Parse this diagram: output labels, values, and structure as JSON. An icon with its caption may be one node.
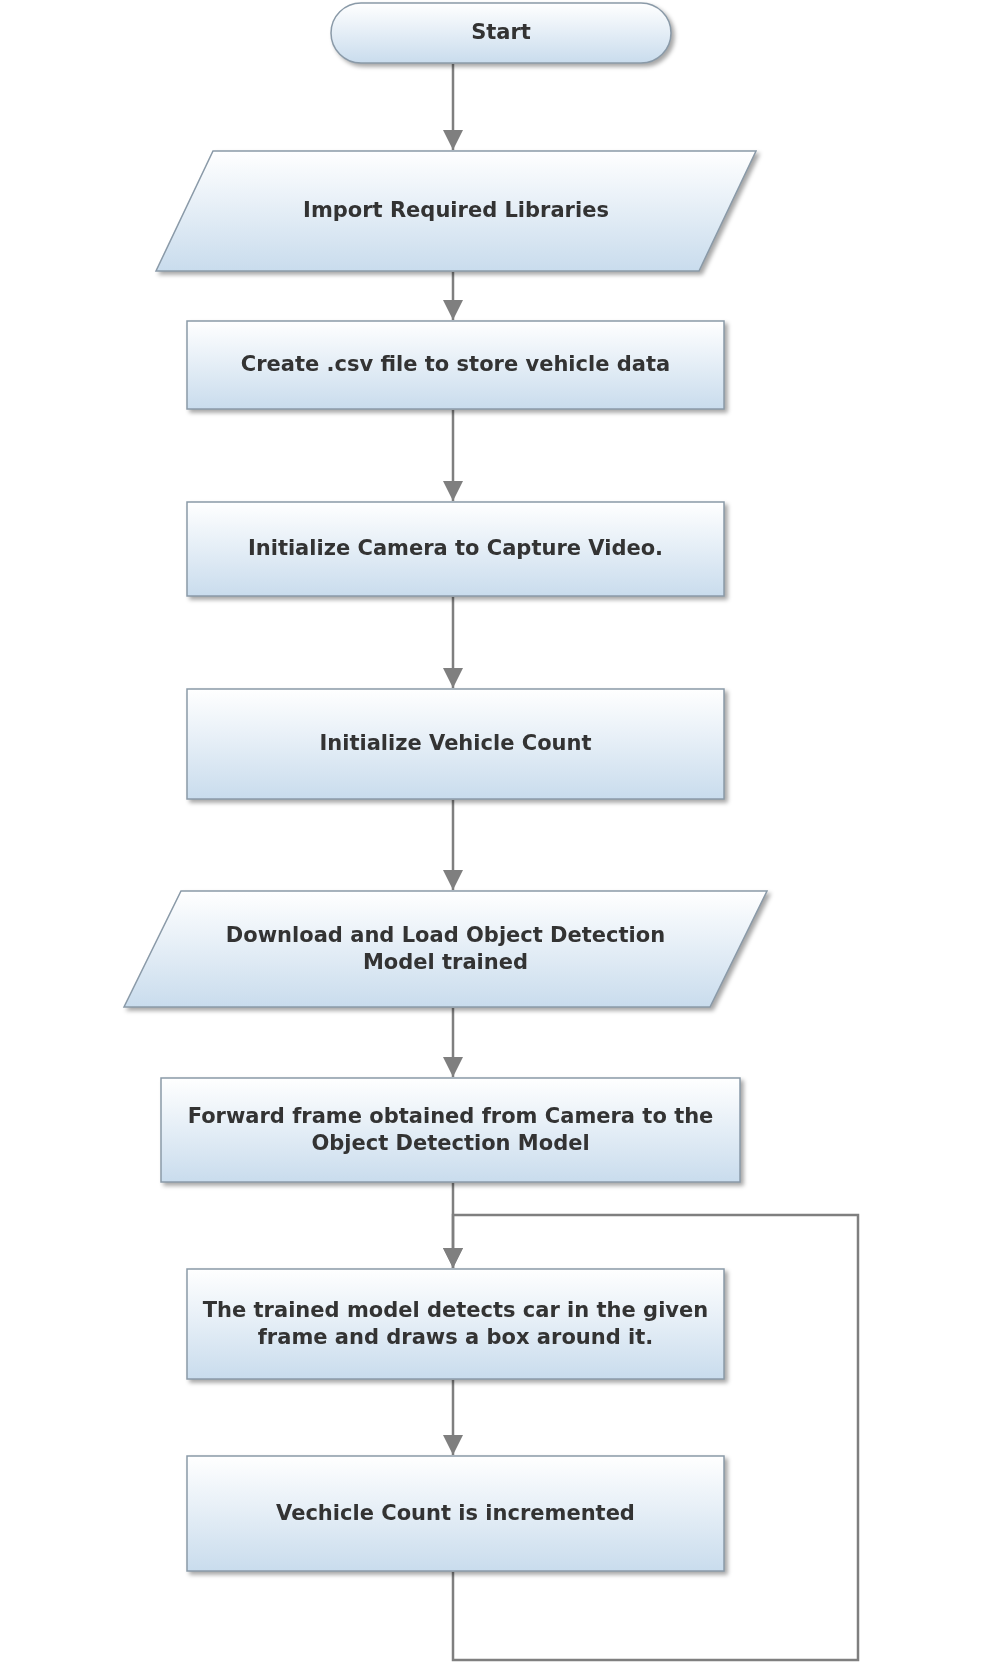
{
  "diagram": {
    "nodes": [
      {
        "text": [
          "Start"
        ]
      },
      {
        "text": [
          "Import Required Libraries"
        ]
      },
      {
        "text": [
          "Create .csv file to store vehicle data"
        ]
      },
      {
        "text": [
          "Initialize Camera to Capture Video."
        ]
      },
      {
        "text": [
          "Initialize Vehicle Count"
        ]
      },
      {
        "text": [
          "Download and Load Object Detection Model trained"
        ]
      },
      {
        "text": [
          "Forward frame obtained from Camera to the Object Detection Model"
        ]
      },
      {
        "text": [
          "The trained model detects car in the given frame and draws a box around it."
        ]
      },
      {
        "text": [
          "Vechicle Count is incremented"
        ]
      }
    ],
    "edges": [
      {
        "from": 0,
        "to": 1,
        "arrow": "to"
      },
      {
        "from": 1,
        "to": 2,
        "arrow": "to"
      },
      {
        "from": 2,
        "to": 3,
        "arrow": "to"
      },
      {
        "from": 3,
        "to": 4,
        "arrow": "to"
      },
      {
        "from": 4,
        "to": 5,
        "arrow": "to"
      },
      {
        "from": 5,
        "to": 6,
        "arrow": "to"
      },
      {
        "from": 6,
        "to": 7,
        "arrow": "to"
      },
      {
        "from": 7,
        "to": 8,
        "arrow": "to"
      },
      {
        "from": 8,
        "to": 7,
        "arrow": "to"
      }
    ]
  }
}
